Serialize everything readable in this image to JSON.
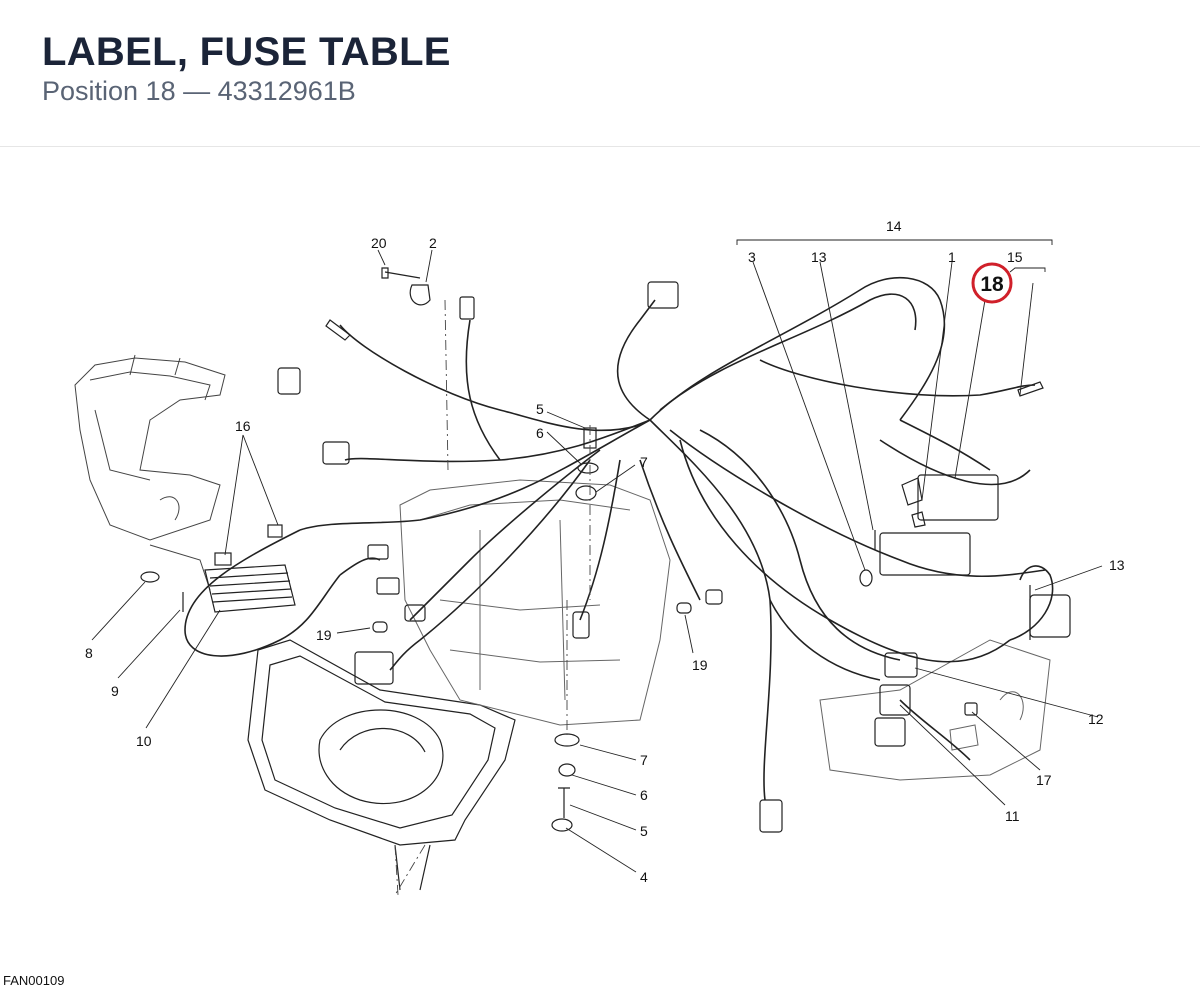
{
  "header": {
    "title": "LABEL, FUSE TABLE",
    "position_label": "Position 18",
    "separator": "—",
    "part_number": "43312961B"
  },
  "callouts": {
    "c20": "20",
    "c2": "2",
    "c14": "14",
    "c3": "3",
    "c13a": "13",
    "c1": "1",
    "c15": "15",
    "c18": "18",
    "c16": "16",
    "c5a": "5",
    "c6a": "6",
    "c7a": "7",
    "c13b": "13",
    "c8": "8",
    "c9": "9",
    "c10": "10",
    "c19a": "19",
    "c19b": "19",
    "c12": "12",
    "c17": "17",
    "c11": "11",
    "c7b": "7",
    "c6b": "6",
    "c5b": "5",
    "c4": "4"
  },
  "highlight": {
    "color": "#d0202a"
  },
  "footer": {
    "ref_code": "FAN00109"
  }
}
